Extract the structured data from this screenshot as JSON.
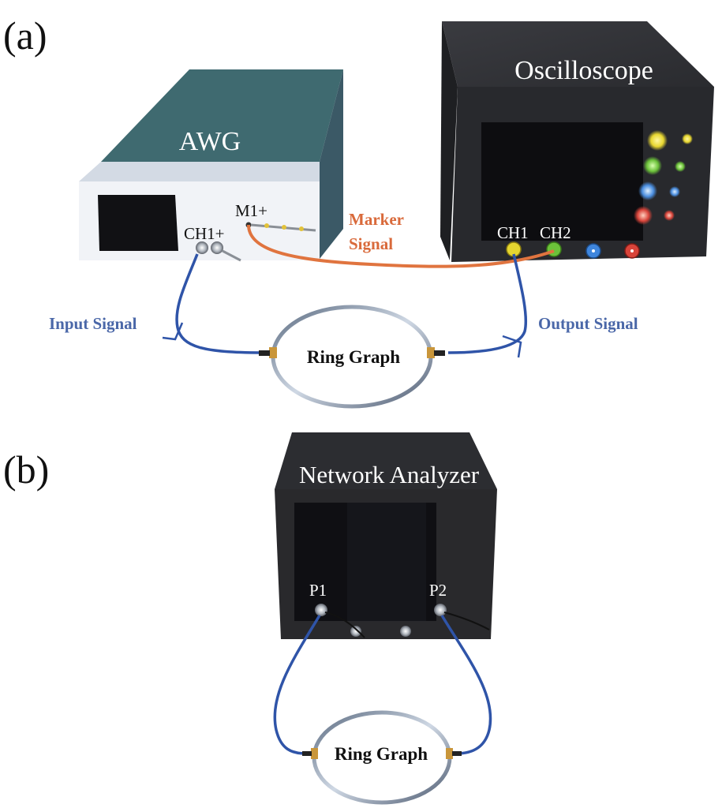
{
  "panels": [
    {
      "label": "(a)",
      "instruments": {
        "awg": {
          "title": "AWG",
          "ports": {
            "ch1": "CH1+",
            "m1": "M1+"
          }
        },
        "oscilloscope": {
          "title": "Oscilloscope",
          "ports": {
            "ch1": "CH1",
            "ch2": "CH2"
          }
        }
      },
      "signals": {
        "marker": {
          "label_line1": "Marker",
          "label_line2": "Signal",
          "color": "#d96a3b"
        },
        "input": {
          "label": "Input Signal",
          "color": "#4a67a8"
        },
        "output": {
          "label": "Output Signal",
          "color": "#4a67a8"
        }
      },
      "dut": {
        "label": "Ring Graph"
      }
    },
    {
      "label": "(b)",
      "instruments": {
        "network_analyzer": {
          "title": "Network Analyzer",
          "ports": {
            "p1": "P1",
            "p2": "P2"
          }
        }
      },
      "dut": {
        "label": "Ring Graph"
      }
    }
  ],
  "colors": {
    "awg_top": "#3f6a70",
    "awg_front": "#f2f4f8",
    "instrument_body": "#2b2b2e",
    "cable_blue": "#2f54a8",
    "cable_orange": "#e0743f"
  }
}
